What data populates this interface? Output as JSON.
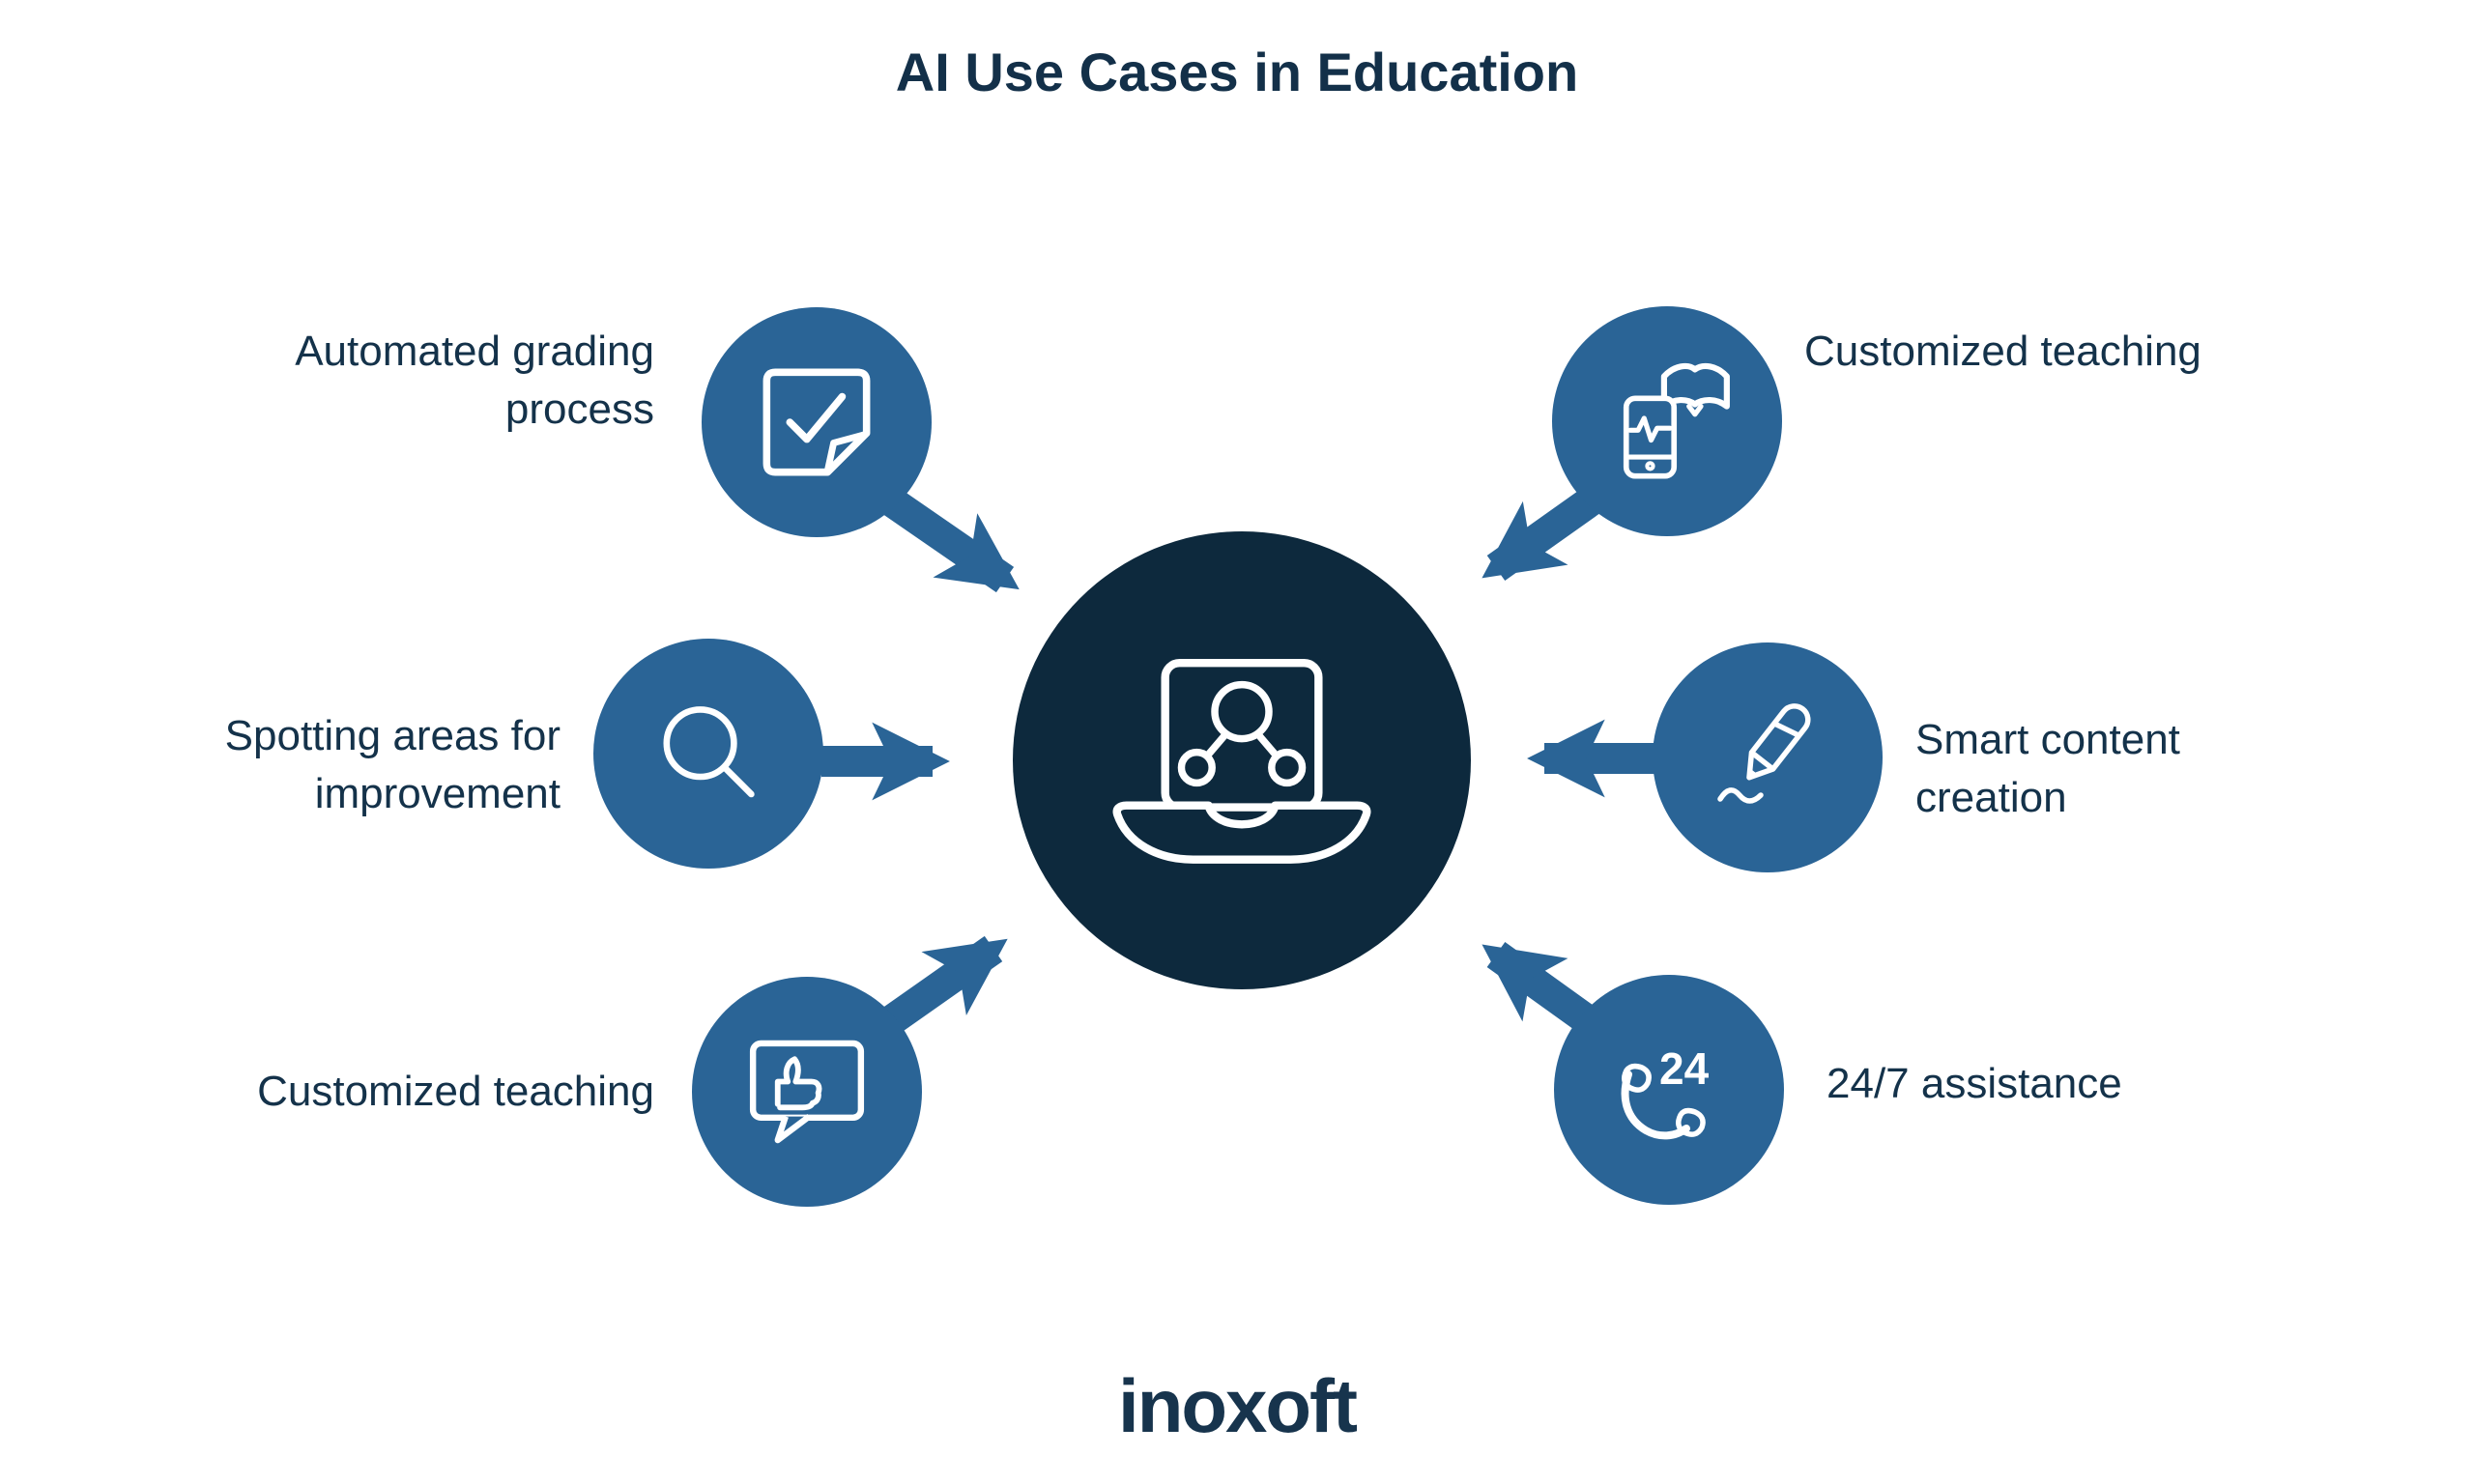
{
  "title": "AI Use Cases in Education",
  "logo": {
    "text": "inoxoft"
  },
  "colors": {
    "background": "#ffffff",
    "satellite_blue": "#2a6496",
    "center_navy": "#0d293d",
    "text_navy": "#14324a",
    "icon_stroke": "#ffffff"
  },
  "center": {
    "icon": "laptop-network-icon",
    "arrow_count": 6
  },
  "nodes": [
    {
      "id": "automated-grading",
      "label": "Automated grading process",
      "lines": [
        "Automated grading",
        "process"
      ],
      "icon": "checked-note-icon",
      "position": "top-left",
      "arrow": "points-to-center"
    },
    {
      "id": "spotting-areas",
      "label": "Spotting areas for improvement",
      "lines": [
        "Spotting areas for",
        "improvement"
      ],
      "icon": "magnifier-icon",
      "position": "middle-left",
      "arrow": "points-to-center"
    },
    {
      "id": "customized-teaching-left",
      "label": "Customized teaching",
      "lines": [
        "Customized teaching"
      ],
      "icon": "thumbs-up-bubble-icon",
      "position": "bottom-left",
      "arrow": "points-to-center"
    },
    {
      "id": "customized-teaching-right",
      "label": "Customized teaching",
      "lines": [
        "Customized teaching"
      ],
      "icon": "phone-book-icon",
      "position": "top-right",
      "arrow": "points-to-center"
    },
    {
      "id": "smart-content-creation",
      "label": "Smart content creation",
      "lines": [
        "Smart content",
        "creation"
      ],
      "icon": "pen-icon",
      "position": "middle-right",
      "arrow": "points-to-center"
    },
    {
      "id": "assistance-24-7",
      "label": "24/7 assistance",
      "lines": [
        "24/7 assistance"
      ],
      "icon": "phone-24-icon",
      "icon_text": "24",
      "position": "bottom-right",
      "arrow": "points-to-center"
    }
  ]
}
